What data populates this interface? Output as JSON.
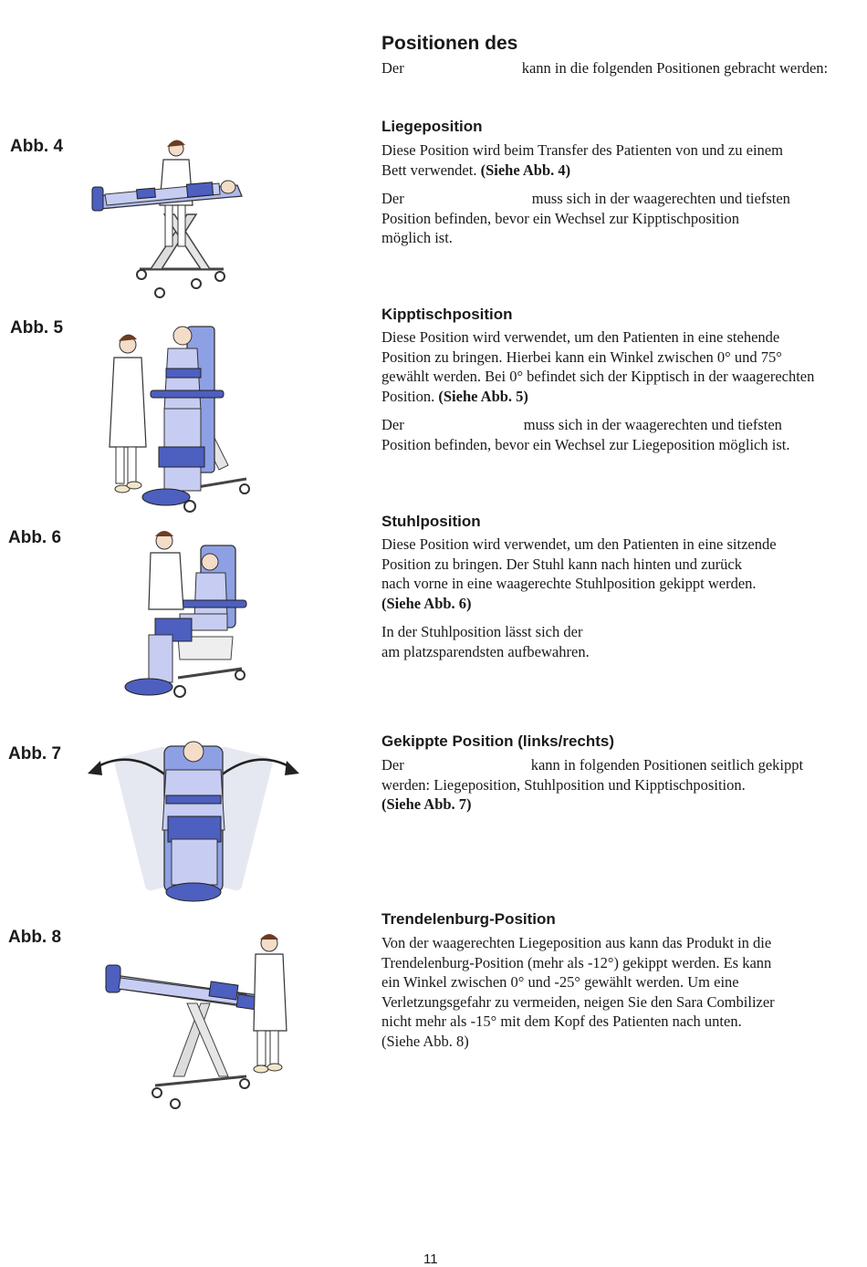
{
  "header": {
    "title": "Positionen des",
    "intro_der": "Der",
    "intro_rest": "kann in die folgenden Positionen gebracht werden:"
  },
  "figures": {
    "abb4": "Abb. 4",
    "abb5": "Abb. 5",
    "abb6": "Abb. 6",
    "abb7": "Abb. 7",
    "abb8": "Abb. 8"
  },
  "sections": {
    "liege": {
      "heading": "Liegeposition",
      "p1_l1": "Diese Position wird beim Transfer des Patienten von und zu einem",
      "p1_l2": "Bett verwendet.",
      "p1_ref": "(Siehe Abb. 4)",
      "p2_der": "Der",
      "p2_l1": "muss sich in der waagerechten und tiefsten",
      "p2_l2": "Position befinden, bevor ein Wechsel zur Kipptischposition",
      "p2_l3": "möglich ist."
    },
    "kipp": {
      "heading": "Kipptischposition",
      "p1_l1": "Diese Position wird verwendet, um den Patienten in eine stehende",
      "p1_l2": "Position zu bringen. Hierbei kann ein Winkel zwischen 0° und 75°",
      "p1_l3": "gewählt werden. Bei 0° befindet sich der Kipptisch in der waagerechten",
      "p1_l4": "Position.",
      "p1_ref": "(Siehe Abb. 5)",
      "p2_der": "Der",
      "p2_l1": "muss sich in der waagerechten und tiefsten",
      "p2_l2": "Position befinden, bevor ein Wechsel zur Liegeposition möglich ist."
    },
    "stuhl": {
      "heading": "Stuhlposition",
      "p1_l1": "Diese Position wird verwendet, um den Patienten in eine sitzende",
      "p1_l2": "Position zu bringen. Der Stuhl kann nach hinten und zurück",
      "p1_l3": "nach vorne in eine waagerechte Stuhlposition gekippt werden.",
      "p1_ref": "(Siehe Abb. 6)",
      "p2_l1": "In der Stuhlposition lässt sich der",
      "p2_l2": "am platzsparendsten aufbewahren."
    },
    "gekippt": {
      "heading": "Gekippte Position (links/rechts)",
      "p1_der": "Der",
      "p1_l1": "kann in folgenden Positionen seitlich gekippt",
      "p1_l2": "werden: Liegeposition, Stuhlposition und Kipptischposition.",
      "p1_ref": "(Siehe Abb. 7)"
    },
    "trendelenburg": {
      "heading": "Trendelenburg-Position",
      "p1_l1": "Von der waagerechten Liegeposition aus kann das Produkt in die",
      "p1_l2": "Trendelenburg-Position (mehr als -12°) gekippt werden. Es kann",
      "p1_l3": "ein Winkel zwischen 0° und -25° gewählt werden. Um eine",
      "p1_l4": "Verletzungsgefahr zu vermeiden, neigen Sie den Sara Combilizer",
      "p1_l5": "nicht mehr als -15° mit dem Kopf des Patienten nach unten.",
      "p1_l6": "(Siehe Abb. 8)"
    }
  },
  "footer": {
    "page_number": "11"
  }
}
